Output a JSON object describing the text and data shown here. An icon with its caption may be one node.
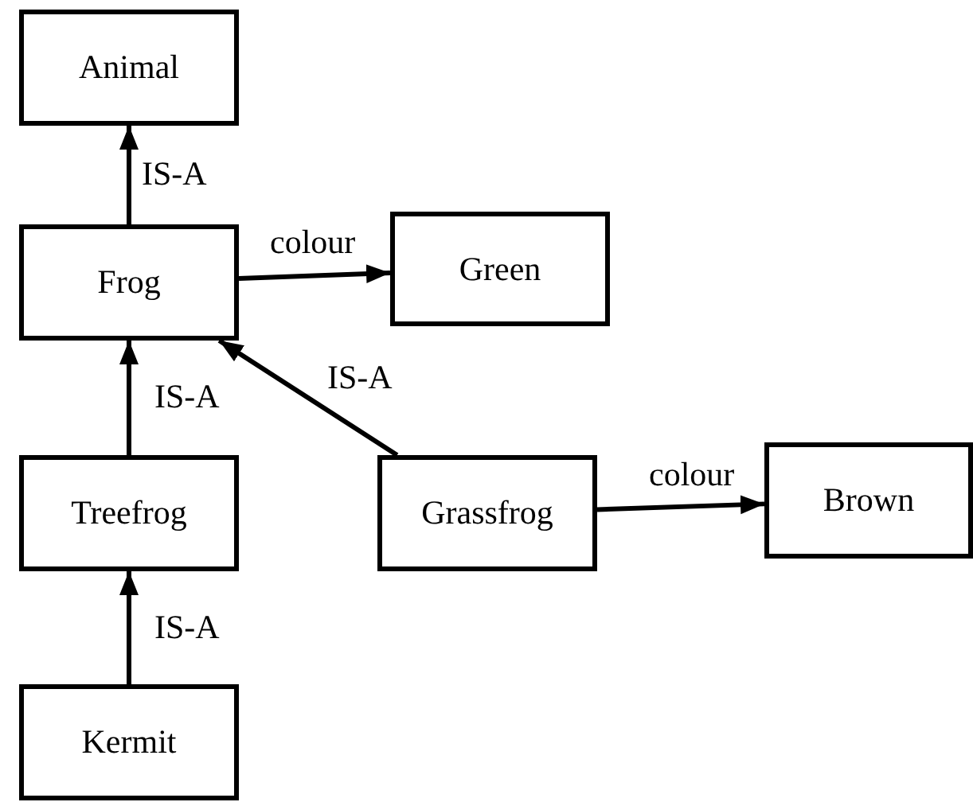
{
  "diagram": {
    "nodes": [
      {
        "text": [
          "Animal"
        ]
      },
      {
        "text": [
          "Frog"
        ]
      },
      {
        "text": [
          "Green"
        ]
      },
      {
        "text": [
          "Treefrog"
        ]
      },
      {
        "text": [
          "Grassfrog"
        ]
      },
      {
        "text": [
          "Brown"
        ]
      },
      {
        "text": [
          "Kermit"
        ]
      }
    ],
    "edges": [
      {
        "from": 1,
        "to": 0,
        "arrow": "to",
        "label": "IS-A"
      },
      {
        "from": 1,
        "to": 2,
        "arrow": "to",
        "label": "colour"
      },
      {
        "from": 3,
        "to": 1,
        "arrow": "to",
        "label": "IS-A"
      },
      {
        "from": 4,
        "to": 1,
        "arrow": "to",
        "label": "IS-A"
      },
      {
        "from": 4,
        "to": 5,
        "arrow": "to",
        "label": "colour"
      },
      {
        "from": 6,
        "to": 3,
        "arrow": "to",
        "label": "IS-A"
      }
    ]
  }
}
